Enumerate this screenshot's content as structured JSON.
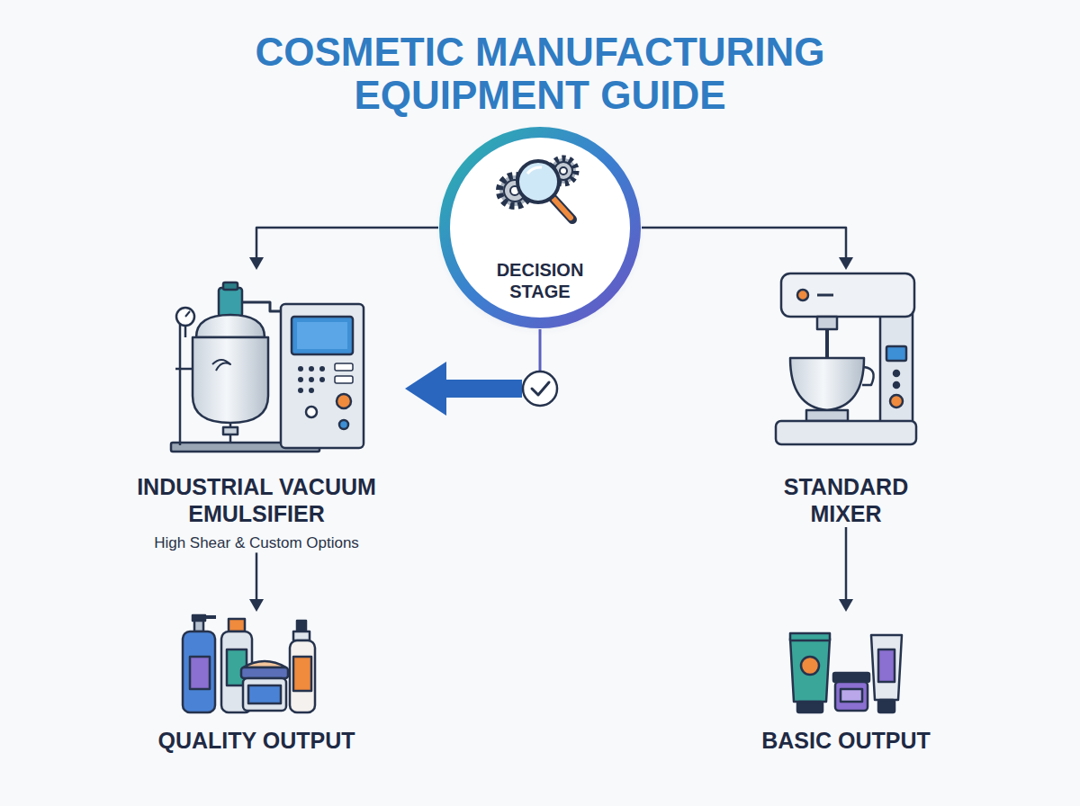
{
  "diagram": {
    "title": "COSMETIC MANUFACTURING EQUIPMENT GUIDE",
    "nodes": [
      {
        "text": [
          "DECISION STAGE"
        ]
      },
      {
        "text": [
          "INDUSTRIAL VACUUM EMULSIFIER",
          "High Shear & Custom Options"
        ]
      },
      {
        "text": [
          "STANDARD MIXER"
        ]
      },
      {
        "text": [
          "QUALITY OUTPUT"
        ]
      },
      {
        "text": [
          "BASIC OUTPUT"
        ]
      }
    ],
    "edges": [
      {
        "from": 0,
        "to": 1,
        "arrow": "to"
      },
      {
        "from": 0,
        "to": 1,
        "arrow": "to"
      },
      {
        "from": 0,
        "to": 2,
        "arrow": "to"
      },
      {
        "from": 1,
        "to": 3,
        "arrow": "to"
      },
      {
        "from": 2,
        "to": 4,
        "arrow": "to"
      }
    ]
  }
}
